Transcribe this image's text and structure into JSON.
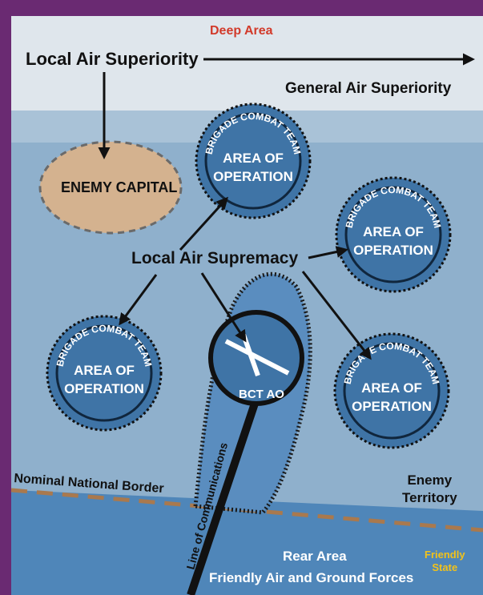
{
  "zones": {
    "deep_area": "Deep Area",
    "rear_area": "Rear Area",
    "rear_forces": "Friendly Air and Ground Forces",
    "friendly_state": "Friendly\nState",
    "enemy_territory": "Enemy\nTerritory",
    "border": "Nominal National Border"
  },
  "air": {
    "local_superiority": "Local Air Superiority",
    "general_superiority": "General Air Superiority",
    "local_supremacy": "Local Air Supremacy"
  },
  "enemy_capital": "ENEMY CAPITAL",
  "bct": {
    "arc_text": "BRIGADE COMBAT TEAM",
    "area_line1": "AREA OF",
    "area_line2": "OPERATION",
    "ao_label": "BCT AO"
  },
  "loc": "Line of Communications",
  "colors": {
    "frame": "#6a2a72",
    "deep_band": "#dfe6ec",
    "mid_sky": "#8fb0cc",
    "rear": "#4f86b9",
    "bct_fill": "#3f74a6",
    "capital_fill": "#d4b28f",
    "deep_area_text": "#d23a2a",
    "friendly_state_text": "#f2c21a",
    "border_dash": "#a9794e"
  }
}
